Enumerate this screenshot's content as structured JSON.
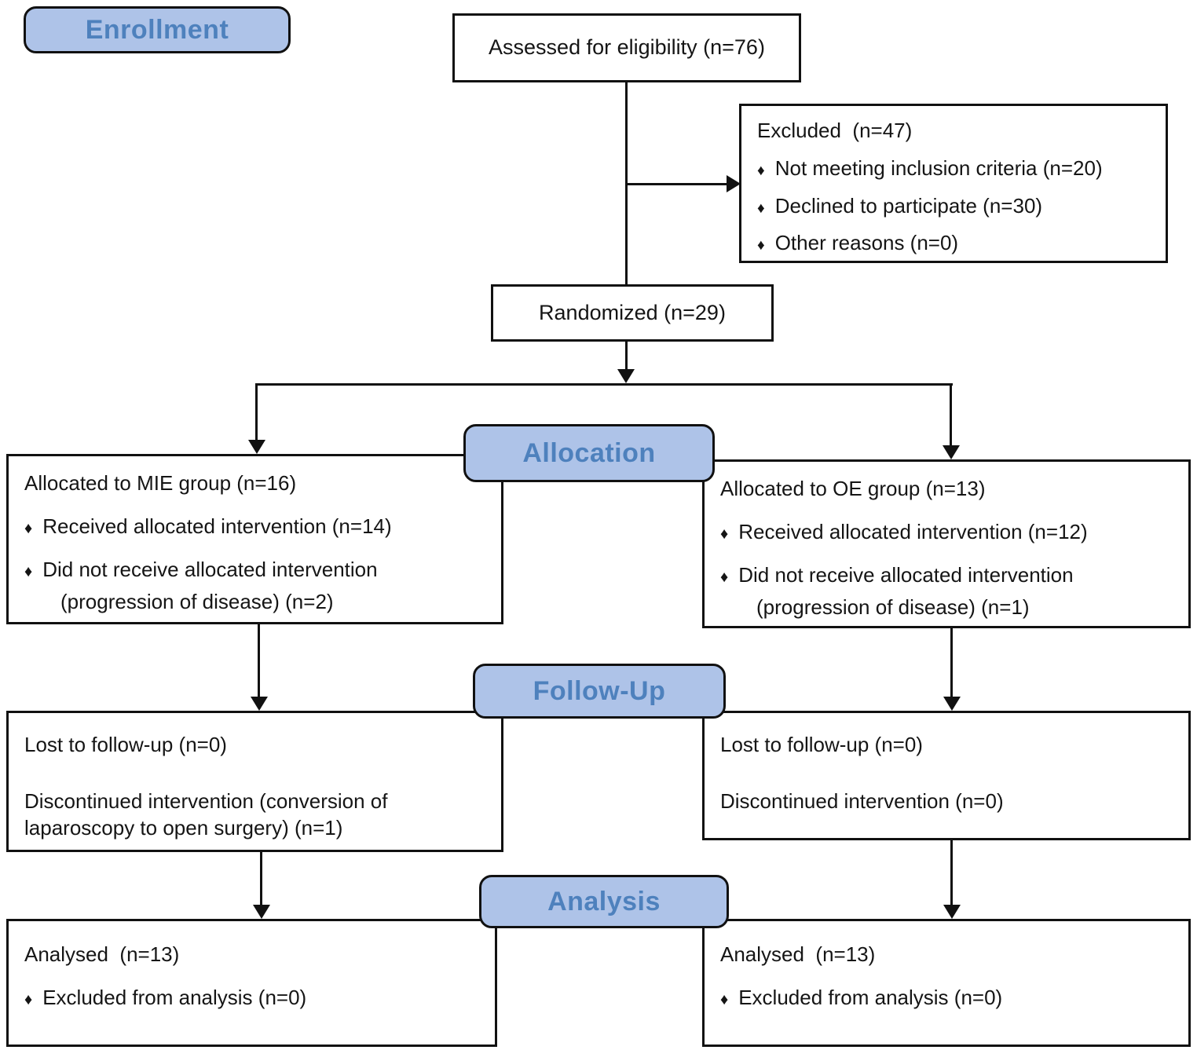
{
  "diagram": {
    "type": "consort-flow",
    "colors": {
      "stage_fill": "#AEC3E8",
      "stage_text": "#4E81BD",
      "line": "#111111",
      "box_fill": "#FFFFFF"
    },
    "icons": {
      "bullet": "♦"
    },
    "stages": {
      "enrollment": "Enrollment",
      "allocation": "Allocation",
      "followup": "Follow-Up",
      "analysis": "Analysis"
    },
    "boxes": {
      "assessed": {
        "text": "Assessed for eligibility (n=76)"
      },
      "excluded": {
        "title": "Excluded  (n=47)",
        "bullet1": "Not meeting inclusion criteria (n=20)",
        "bullet2": "Declined to participate (n=30)",
        "bullet3": "Other reasons (n=0)"
      },
      "randomized": {
        "text": "Randomized (n=29)"
      },
      "allocated_mie": {
        "title": "Allocated to MIE group (n=16)",
        "bullet1": "Received allocated intervention (n=14)",
        "bullet2": "Did not receive allocated intervention",
        "bullet2_note": "(progression of disease) (n=2)"
      },
      "allocated_oe": {
        "title": "Allocated to OE group (n=13)",
        "bullet1": "Received allocated intervention (n=12)",
        "bullet2": "Did not receive allocated intervention",
        "bullet2_note": "(progression of disease) (n=1)"
      },
      "followup_mie": {
        "line1": "Lost to follow-up (n=0)",
        "line2": "Discontinued intervention (conversion of laparoscopy to open surgery) (n=1)"
      },
      "followup_oe": {
        "line1": "Lost to follow-up (n=0)",
        "line2": "Discontinued intervention (n=0)"
      },
      "analysis_mie": {
        "title": "Analysed  (n=13)",
        "bullet1": "Excluded from analysis (n=0)"
      },
      "analysis_oe": {
        "title": "Analysed  (n=13)",
        "bullet1": "Excluded from analysis (n=0)"
      }
    }
  }
}
